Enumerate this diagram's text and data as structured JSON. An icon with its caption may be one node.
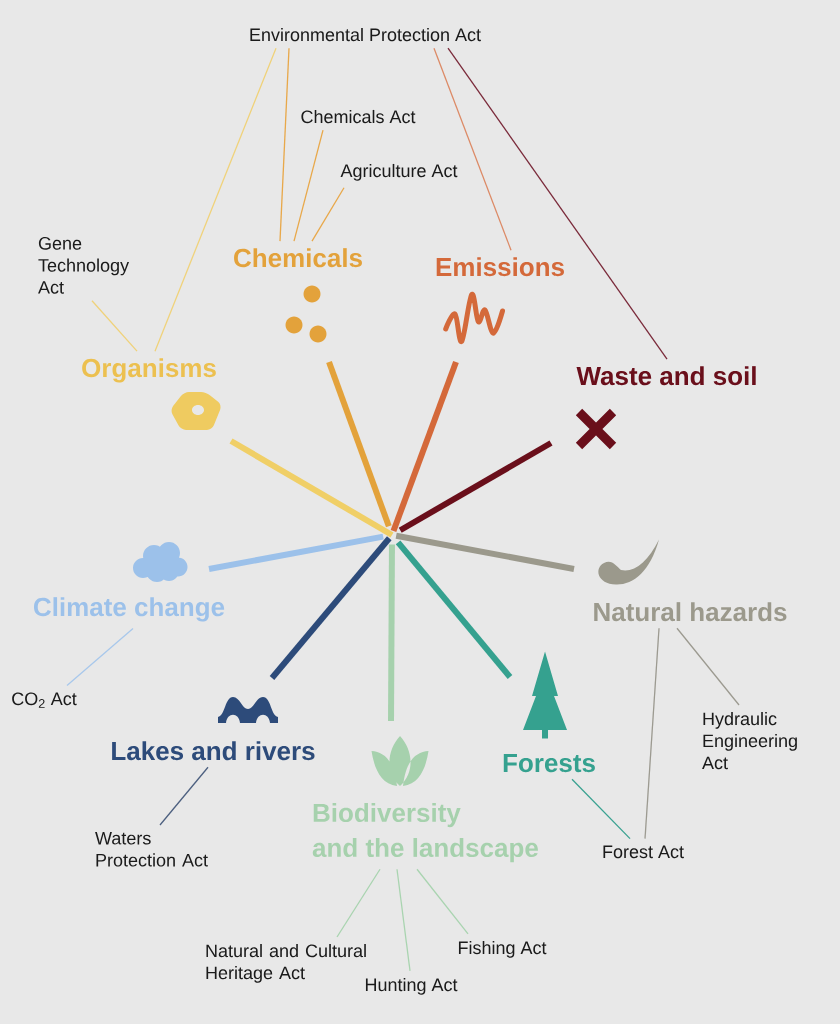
{
  "diagram": {
    "nodes": [
      {
        "text": [
          "Environmental Protection Act"
        ]
      },
      {
        "text": [
          "Chemicals Act"
        ]
      },
      {
        "text": [
          "Agriculture Act"
        ]
      },
      {
        "text": [
          "Gene Technology Act"
        ]
      },
      {
        "text": [
          "Chemicals"
        ]
      },
      {
        "text": [
          "Emissions"
        ]
      },
      {
        "text": [],
        "shape": "picture"
      },
      {
        "text": [],
        "shape": "picture"
      },
      {
        "text": [
          "Organisms"
        ]
      },
      {
        "text": [
          "Waste and soil"
        ]
      },
      {
        "text": [],
        "shape": "picture"
      },
      {
        "text": [],
        "shape": "picture"
      },
      {
        "text": [],
        "shape": "picture"
      },
      {
        "text": [],
        "shape": "picture"
      },
      {
        "text": [
          "Climate change"
        ]
      },
      {
        "text": [
          "Natural hazards"
        ]
      },
      {
        "text": [
          "CO$_{2}$ Act"
        ]
      },
      {
        "text": [],
        "shape": "picture"
      },
      {
        "text": [],
        "shape": "picture"
      },
      {
        "text": [
          "Hydraulic Engineering Act"
        ]
      },
      {
        "text": [
          "Lakes and rivers"
        ]
      },
      {
        "text": [],
        "shape": "picture"
      },
      {
        "text": [
          "Forests"
        ]
      },
      {
        "text": [
          "Biodiversity and the landscape"
        ]
      },
      {
        "text": [
          "Waters Protection Act"
        ]
      },
      {
        "text": [
          "Forest Act"
        ]
      },
      {
        "text": [
          "Natural and Cultural Heritage Act"
        ]
      },
      {
        "text": [
          "Fishing Act"
        ]
      },
      {
        "text": [
          "Hunting Act"
        ]
      }
    ],
    "edges": [
      {
        "from": null,
        "to": 10,
        "arrow": "none",
        "style": "thick",
        "color": "#f0cf67"
      },
      {
        "from": null,
        "to": 6,
        "arrow": "none",
        "style": "thick",
        "color": "#e3a23b"
      },
      {
        "from": null,
        "to": 7,
        "arrow": "none",
        "style": "thick",
        "color": "#d4693a"
      },
      {
        "from": null,
        "to": 11,
        "arrow": "none",
        "style": "thick",
        "color": "#6a0f1b"
      },
      {
        "from": null,
        "to": 13,
        "arrow": "none",
        "style": "thick",
        "color": "#9b998c"
      },
      {
        "from": null,
        "to": 17,
        "arrow": "none",
        "style": "thick",
        "color": "#35a18f"
      },
      {
        "from": null,
        "to": 21,
        "arrow": "none",
        "style": "thick",
        "color": "#a6d1ad"
      },
      {
        "from": null,
        "to": 18,
        "arrow": "none",
        "style": "thick",
        "color": "#2d4b7a"
      },
      {
        "from": null,
        "to": 12,
        "arrow": "none",
        "style": "thick",
        "color": "#9cc1ea"
      },
      {
        "from": 0,
        "to": 8,
        "arrow": "none",
        "color": "#f0d27a"
      },
      {
        "from": 0,
        "to": 4,
        "arrow": "none",
        "color": "#e8a84a"
      },
      {
        "from": 1,
        "to": 4,
        "arrow": "none",
        "color": "#e8a84a"
      },
      {
        "from": 2,
        "to": 4,
        "arrow": "none",
        "color": "#e8a84a"
      },
      {
        "from": 0,
        "to": 5,
        "arrow": "none",
        "color": "#dc8a66"
      },
      {
        "from": 0,
        "to": 9,
        "arrow": "none",
        "color": "#7a2a3a"
      },
      {
        "from": 3,
        "to": 8,
        "arrow": "none",
        "color": "#f0d27a"
      },
      {
        "from": 16,
        "to": 14,
        "arrow": "none",
        "color": "#a8c8ec"
      },
      {
        "from": 19,
        "to": 15,
        "arrow": "none",
        "color": "#9c9a90"
      },
      {
        "from": 24,
        "to": 20,
        "arrow": "none",
        "color": "#4d6080"
      },
      {
        "from": 25,
        "to": 22,
        "arrow": "none",
        "color": "#3aa291"
      },
      {
        "from": 25,
        "to": 15,
        "arrow": "none",
        "color": "#9c9a90"
      },
      {
        "from": 26,
        "to": 23,
        "arrow": "none",
        "color": "#a9d4b0"
      },
      {
        "from": 28,
        "to": 23,
        "arrow": "none",
        "color": "#a9d4b0"
      },
      {
        "from": 27,
        "to": 23,
        "arrow": "none",
        "color": "#a9d4b0"
      }
    ]
  }
}
